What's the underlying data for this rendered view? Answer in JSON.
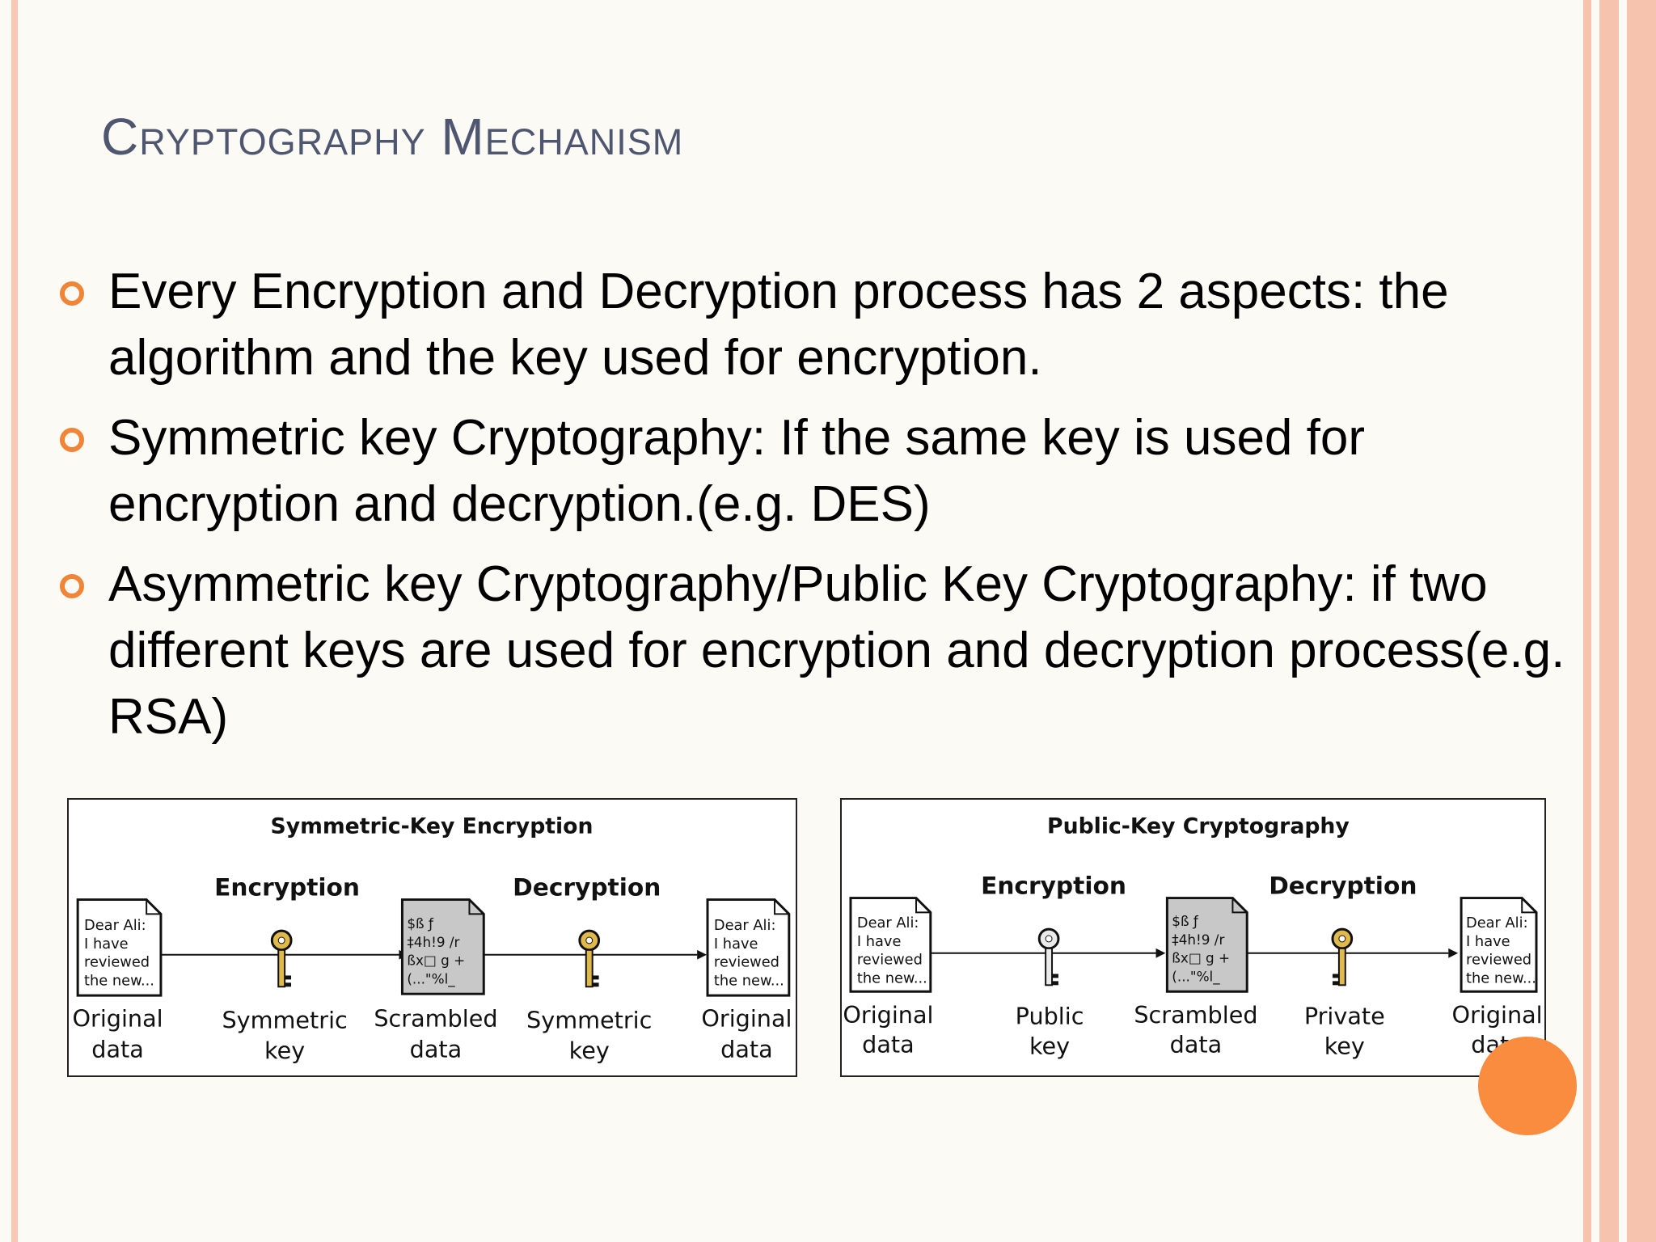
{
  "slide": {
    "title": "Cryptography Mechanism",
    "bullets": [
      "Every Encryption and Decryption process has 2 aspects: the algorithm and the key used for encryption.",
      "Symmetric key Cryptography: If the same key is used for encryption and decryption.(e.g. DES)",
      "Asymmetric key Cryptography/Public Key Cryptography: if two different keys are used for encryption and decryption process(e.g. RSA)"
    ]
  },
  "colors": {
    "title": "#4f5670",
    "bullet_icon": "#f08437",
    "accent_stripe": "#f6c3ae",
    "orange_dot": "#f98c3f",
    "key_gold": "#e0b94a",
    "scrambled_doc": "#c8c8c8"
  },
  "figures": {
    "symmetric": {
      "title": "Symmetric-Key Encryption",
      "encryption_label": "Encryption",
      "decryption_label": "Decryption",
      "doc_lines": [
        "Dear Ali:",
        "I have",
        "reviewed",
        "the new..."
      ],
      "scrambled_lines": [
        "$ß ƒ",
        "‡4h!9 /r",
        "ßx□ g +",
        "(...\"%l_"
      ],
      "labels": {
        "original_1": [
          "Original",
          "data"
        ],
        "key_1": [
          "Symmetric",
          "key"
        ],
        "scrambled": [
          "Scrambled",
          "data"
        ],
        "key_2": [
          "Symmetric",
          "key"
        ],
        "original_2": [
          "Original",
          "data"
        ]
      }
    },
    "public_key": {
      "title": "Public-Key Cryptography",
      "encryption_label": "Encryption",
      "decryption_label": "Decryption",
      "doc_lines": [
        "Dear Ali:",
        "I have",
        "reviewed",
        "the new..."
      ],
      "scrambled_lines": [
        "$ß ƒ",
        "‡4h!9 /r",
        "ßx□ g +",
        "(...\"%l_"
      ],
      "labels": {
        "original_1": [
          "Original",
          "data"
        ],
        "key_1": [
          "Public",
          "key"
        ],
        "scrambled": [
          "Scrambled",
          "data"
        ],
        "key_2": [
          "Private",
          "key"
        ],
        "original_2": [
          "Original",
          "data"
        ]
      }
    }
  }
}
